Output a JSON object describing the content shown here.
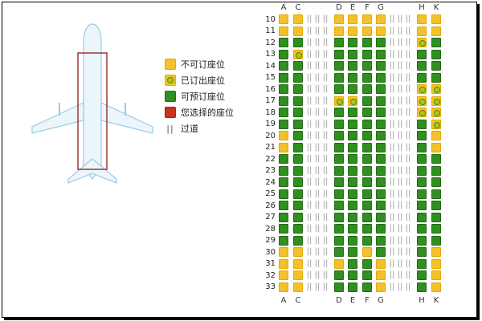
{
  "legend": {
    "items": [
      {
        "type": "unavailable",
        "label": "不可订座位"
      },
      {
        "type": "booked",
        "label": "已订出座位"
      },
      {
        "type": "available",
        "label": "可预订座位"
      },
      {
        "type": "selected",
        "label": "您选择的座位"
      },
      {
        "type": "aisle",
        "symbol": "||",
        "label": "过道"
      }
    ]
  },
  "seat_map": {
    "columns": [
      "A",
      "C",
      "D",
      "E",
      "F",
      "G",
      "H",
      "K"
    ],
    "rows": [
      {
        "row": "10",
        "seats": [
          "U",
          "U",
          "U",
          "U",
          "U",
          "U",
          "U",
          "U"
        ]
      },
      {
        "row": "11",
        "seats": [
          "U",
          "U",
          "U",
          "U",
          "U",
          "U",
          "U",
          "U"
        ]
      },
      {
        "row": "12",
        "seats": [
          "A",
          "A",
          "A",
          "A",
          "A",
          "A",
          "B",
          "A"
        ]
      },
      {
        "row": "13",
        "seats": [
          "A",
          "B",
          "A",
          "A",
          "A",
          "A",
          "A",
          "A"
        ]
      },
      {
        "row": "14",
        "seats": [
          "A",
          "A",
          "A",
          "A",
          "A",
          "A",
          "A",
          "A"
        ]
      },
      {
        "row": "15",
        "seats": [
          "A",
          "A",
          "A",
          "A",
          "A",
          "A",
          "A",
          "A"
        ]
      },
      {
        "row": "16",
        "seats": [
          "A",
          "A",
          "A",
          "A",
          "A",
          "A",
          "B",
          "B"
        ]
      },
      {
        "row": "17",
        "seats": [
          "A",
          "A",
          "B",
          "B",
          "A",
          "A",
          "B",
          "B"
        ]
      },
      {
        "row": "18",
        "seats": [
          "A",
          "A",
          "A",
          "A",
          "A",
          "A",
          "B",
          "B"
        ]
      },
      {
        "row": "19",
        "seats": [
          "A",
          "A",
          "A",
          "A",
          "A",
          "A",
          "A",
          "B"
        ]
      },
      {
        "row": "20",
        "seats": [
          "U",
          "A",
          "A",
          "A",
          "A",
          "A",
          "A",
          "U"
        ]
      },
      {
        "row": "21",
        "seats": [
          "U",
          "A",
          "A",
          "A",
          "A",
          "A",
          "A",
          "U"
        ]
      },
      {
        "row": "22",
        "seats": [
          "A",
          "A",
          "A",
          "A",
          "A",
          "A",
          "A",
          "A"
        ]
      },
      {
        "row": "23",
        "seats": [
          "A",
          "A",
          "A",
          "A",
          "A",
          "A",
          "A",
          "A"
        ]
      },
      {
        "row": "24",
        "seats": [
          "A",
          "A",
          "A",
          "A",
          "A",
          "A",
          "A",
          "A"
        ]
      },
      {
        "row": "25",
        "seats": [
          "A",
          "A",
          "A",
          "A",
          "A",
          "A",
          "A",
          "A"
        ]
      },
      {
        "row": "26",
        "seats": [
          "A",
          "A",
          "A",
          "A",
          "A",
          "A",
          "A",
          "A"
        ]
      },
      {
        "row": "27",
        "seats": [
          "A",
          "A",
          "A",
          "A",
          "A",
          "A",
          "A",
          "A"
        ]
      },
      {
        "row": "28",
        "seats": [
          "A",
          "A",
          "A",
          "A",
          "A",
          "A",
          "A",
          "A"
        ]
      },
      {
        "row": "29",
        "seats": [
          "A",
          "A",
          "A",
          "A",
          "A",
          "A",
          "A",
          "A"
        ]
      },
      {
        "row": "30",
        "seats": [
          "U",
          "U",
          "A",
          "A",
          "U",
          "A",
          "A",
          "U"
        ]
      },
      {
        "row": "31",
        "seats": [
          "U",
          "U",
          "U",
          "A",
          "A",
          "U",
          "A",
          "U"
        ]
      },
      {
        "row": "32",
        "seats": [
          "U",
          "U",
          "A",
          "A",
          "A",
          "U",
          "A",
          "U"
        ]
      },
      {
        "row": "33",
        "seats": [
          "U",
          "U",
          "A",
          "A",
          "A",
          "U",
          "A",
          "U"
        ]
      }
    ],
    "seat_status_codes": {
      "U": "unavailable",
      "B": "booked",
      "A": "available",
      "S": "selected"
    },
    "aisle_symbol": "||"
  },
  "colors": {
    "unavailable": "#f3c12a",
    "booked": "#f3c12a",
    "available": "#2f8f1f",
    "selected": "#c8321f",
    "plane_outline": "#9ccbe4",
    "cabin_box": "#8b1a1a"
  }
}
